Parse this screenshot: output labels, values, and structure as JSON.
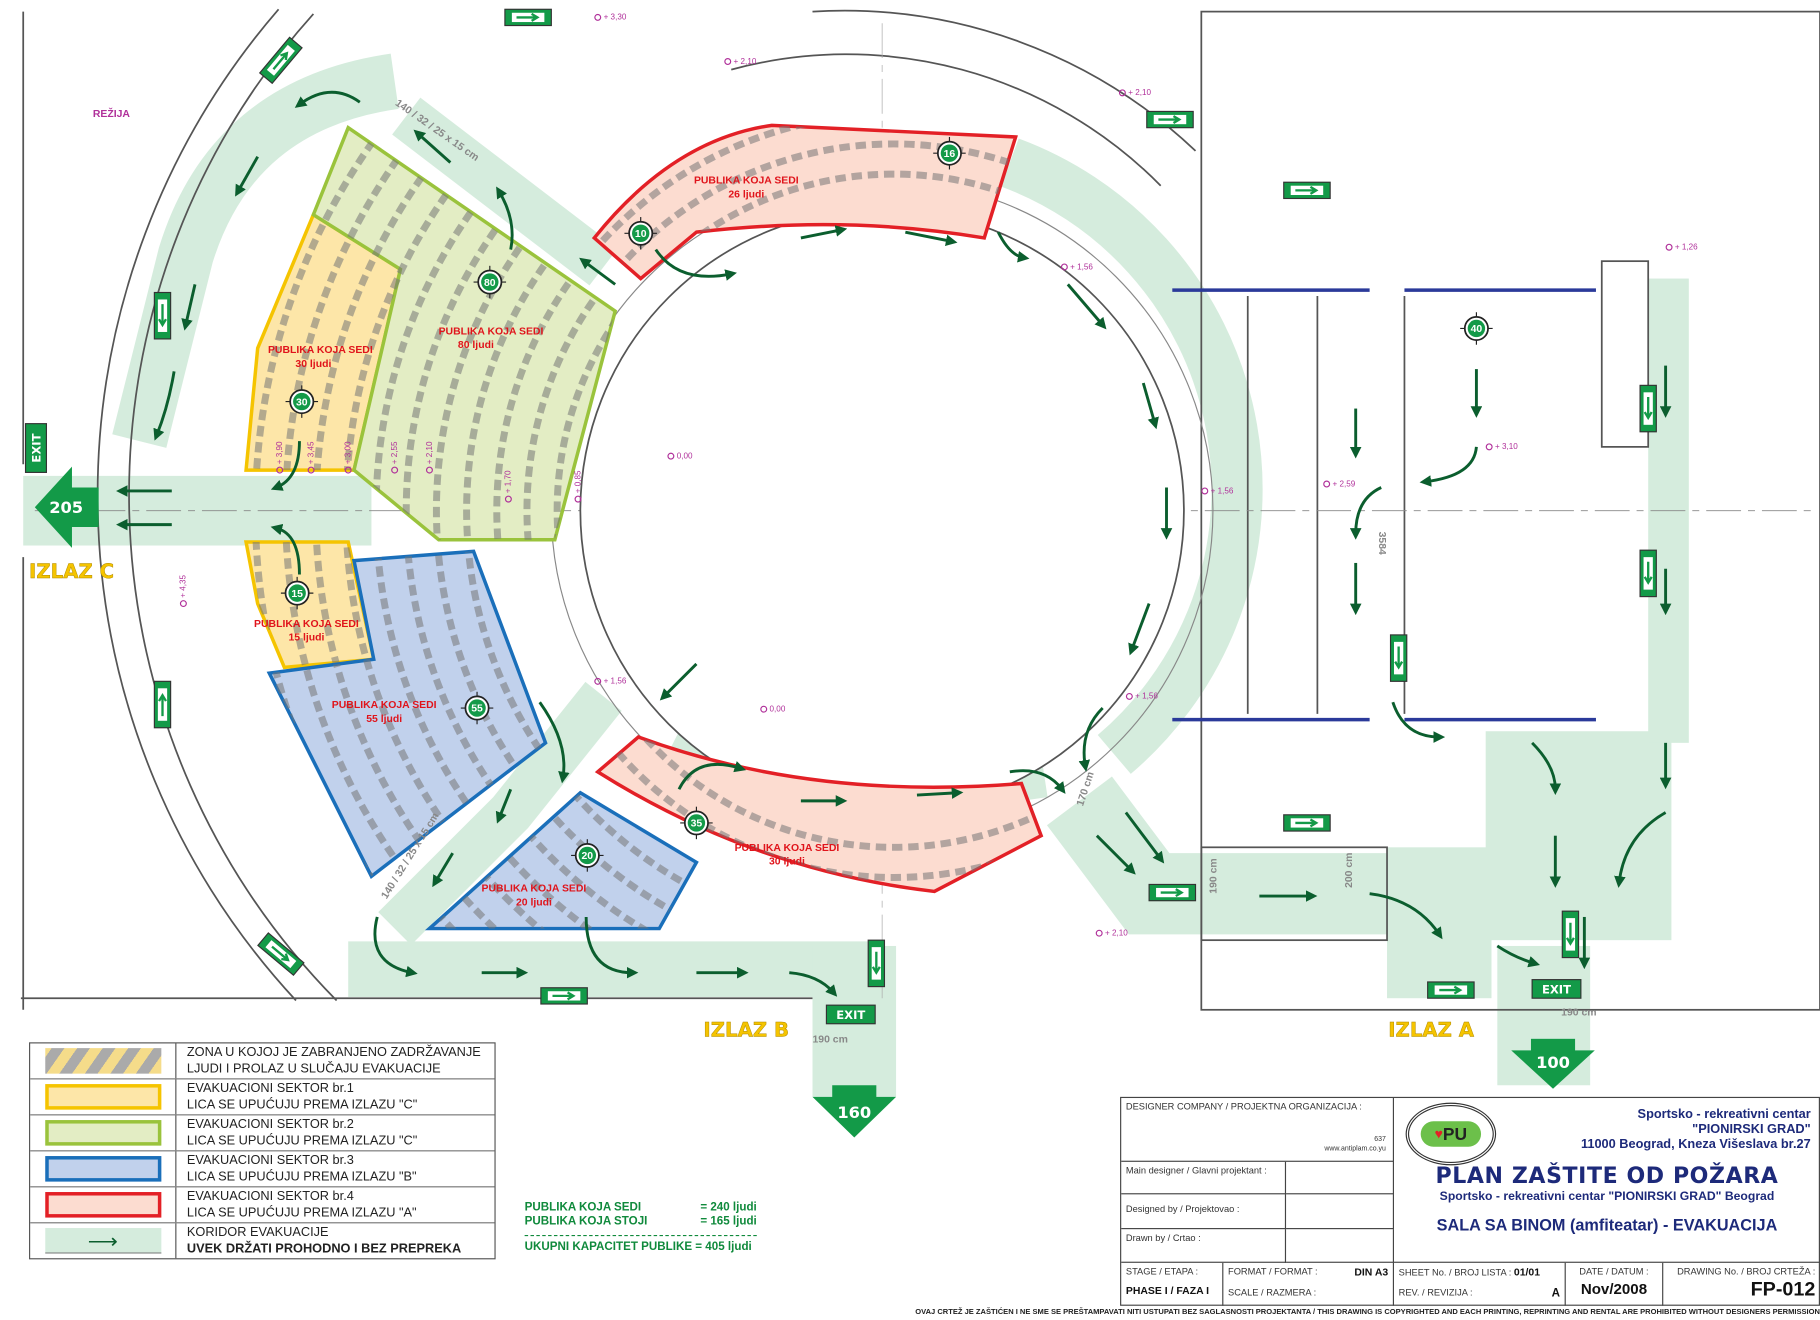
{
  "drawing": {
    "room_label": "REŽIJA",
    "exit_sign": "EXIT",
    "exits": [
      {
        "label": "IZLAZ C",
        "count": "205"
      },
      {
        "label": "IZLAZ B",
        "count": "160"
      },
      {
        "label": "IZLAZ A",
        "count": "100"
      }
    ],
    "sectors": [
      {
        "label": "PUBLIKA KOJA SEDI",
        "count": "30 ljudi"
      },
      {
        "label": "PUBLIKA KOJA SEDI",
        "count": "80 ljudi"
      },
      {
        "label": "PUBLIKA KOJA SEDI",
        "count": "26 ljudi"
      },
      {
        "label": "PUBLIKA KOJA SEDI",
        "count": "15 ljudi"
      },
      {
        "label": "PUBLIKA KOJA SEDI",
        "count": "55 ljudi"
      },
      {
        "label": "PUBLIKA KOJA SEDI",
        "count": "20 ljudi"
      },
      {
        "label": "PUBLIKA KOJA SEDI",
        "count": "30 ljudi"
      }
    ],
    "markers": [
      "16",
      "10",
      "80",
      "30",
      "15",
      "55",
      "35",
      "20",
      "40"
    ],
    "dimensions": [
      "140 / 32 / 25 x 15 cm",
      "140 / 32 / 25 x 15 cm",
      "170 cm",
      "190 cm",
      "200 cm",
      "190 cm",
      "190 cm",
      "3584"
    ],
    "elevations": [
      "+ 3,30",
      "+ 2,10",
      "+ 2,10",
      "+ 1,56",
      "+ 1,26",
      "+ 3,10",
      "+ 2,59",
      "+ 1,56",
      "0,00",
      "0,00",
      "+ 1,56",
      "+ 1,56",
      "+ 2,10",
      "+ 4,35",
      "+ 3,90",
      "+ 3,45",
      "+ 3,00",
      "+ 2,55",
      "+ 2,10",
      "+ 1,70",
      "+ 0,85"
    ]
  },
  "colors": {
    "sector1": "#f5c400",
    "sector2": "#9ac33c",
    "sector3": "#1a6fba",
    "sector4": "#e32026",
    "corridor": "#d5ecdd",
    "arrow": "#0b5e2e",
    "exit_green": "#139a48"
  },
  "legend": {
    "items": [
      {
        "line1": "ZONA U KOJOJ JE ZABRANJENO ZADRŽAVANJE",
        "line2": "LJUDI I PROLAZ U SLUČAJU EVAKUACIJE"
      },
      {
        "line1": "EVAKUACIONI SEKTOR br.1",
        "line2": "LICA SE UPUĆUJU PREMA IZLAZU \"C\""
      },
      {
        "line1": "EVAKUACIONI SEKTOR br.2",
        "line2": "LICA SE UPUĆUJU PREMA IZLAZU \"C\""
      },
      {
        "line1": "EVAKUACIONI SEKTOR br.3",
        "line2": "LICA SE UPUĆUJU PREMA IZLAZU \"B\""
      },
      {
        "line1": "EVAKUACIONI SEKTOR br.4",
        "line2": "LICA SE UPUĆUJU PREMA IZLAZU \"A\""
      },
      {
        "line1": "KORIDOR EVAKUACIJE",
        "line2": "UVEK DRŽATI PROHODNO I BEZ PREPREKA"
      }
    ]
  },
  "totals": {
    "seated_label": "PUBLIKA KOJA SEDI",
    "seated_value": "= 240 ljudi",
    "standing_label": "PUBLIKA KOJA STOJI",
    "standing_value": "= 165 ljudi",
    "total_label": "UKUPNI KAPACITET PUBLIKE = 405 ljudi"
  },
  "title_block": {
    "designer_company": "DESIGNER COMPANY / PROJEKTNA ORGANIZACIJA :",
    "company_code": "637",
    "company_web": "www.antiplam.co.yu",
    "main_designer": "Main designer / Glavni projektant :",
    "designed_by": "Designed by / Projektovao :",
    "drawn_by": "Drawn by / Crtao :",
    "logo_text": "PU",
    "client_line1": "Sportsko - rekreativni centar",
    "client_line2": "\"PIONIRSKI GRAD\"",
    "client_line3": "11000 Beograd, Kneza Višeslava br.27",
    "title": "PLAN ZAŠTITE OD POŽARA",
    "subtitle": "Sportsko - rekreativni centar \"PIONIRSKI GRAD\" Beograd",
    "sheet_title": "SALA SA BINOM (amfiteatar) - EVAKUACIJA",
    "stage_label": "STAGE / ETAPA :",
    "stage_value": "PHASE I / FAZA I",
    "format_label": "FORMAT / FORMAT :",
    "format_value": "DIN A3",
    "scale_label": "SCALE / RAZMERA :",
    "sheet_label": "SHEET No. / BROJ LISTA :",
    "sheet_value": "01/01",
    "rev_label": "REV. / REVIZIJA :",
    "rev_value": "A",
    "date_label": "DATE / DATUM :",
    "date_value": "Nov/2008",
    "drawing_no_label": "DRAWING No. / BROJ CRTEŽA :",
    "drawing_no_value": "FP-012"
  },
  "footer": "OVAJ CRTEŽ JE ZAŠTIĆEN I NE SME SE PREŠTAMPAVATI NITI USTUPATI BEZ SAGLASNOSTI PROJEKTANTA  /  THIS DRAWING IS COPYRIGHTED AND EACH PRINTING, REPRINTING AND RENTAL ARE PROHIBITED WITHOUT DESIGNERS PERMISSION"
}
